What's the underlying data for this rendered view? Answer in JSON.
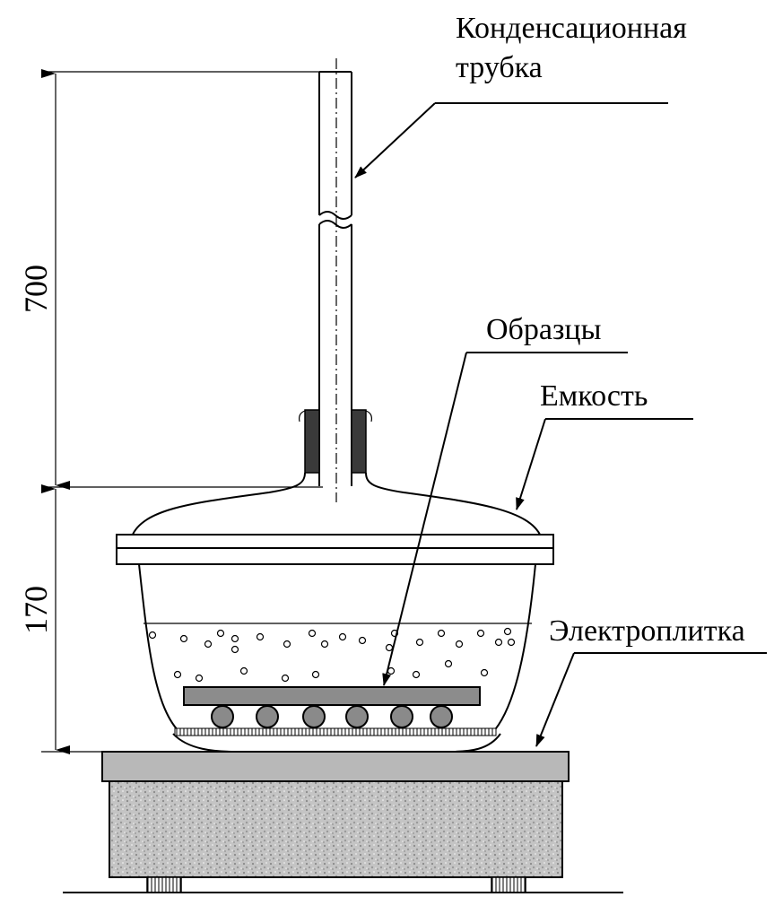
{
  "labels": {
    "condenser_line1": "Конденсационная",
    "condenser_line2": "трубка",
    "samples": "Образцы",
    "vessel": "Емкость",
    "hotplate": "Электроплитка"
  },
  "dimensions": {
    "tube_height": "700",
    "vessel_height": "170"
  },
  "colors": {
    "stroke": "#000000",
    "stopper": "#3a3a3a",
    "sample_plate": "#8c8c8c",
    "sample_ball": "#8a8a8a",
    "hotplate_top": "#b8b8b8",
    "hotplate_body": "#bdbdbd"
  }
}
